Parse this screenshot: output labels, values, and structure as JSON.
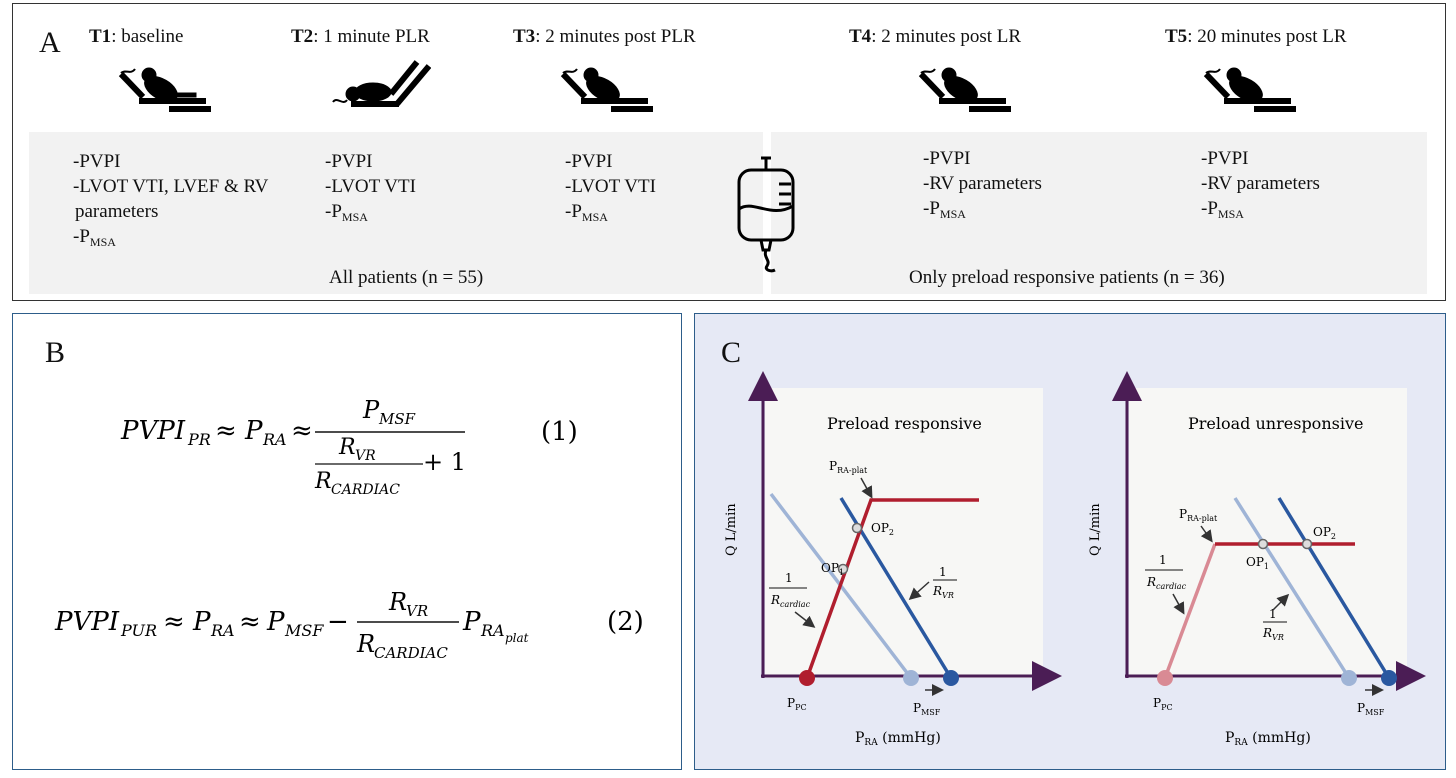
{
  "panelA": {
    "label": "A",
    "timepoints": [
      {
        "code": "T1",
        "desc": ": baseline"
      },
      {
        "code": "T2",
        "desc": ": 1 minute PLR"
      },
      {
        "code": "T3",
        "desc": ": 2 minutes post PLR"
      },
      {
        "code": "T4",
        "desc": ": 2 minutes post LR"
      },
      {
        "code": "T5",
        "desc": ": 20 minutes post LR"
      }
    ],
    "measures": {
      "t1": [
        "-PVPI",
        "-LVOT VTI, LVEF & RV",
        "parameters"
      ],
      "t2": [
        "-PVPI",
        "-LVOT VTI"
      ],
      "t3": [
        "-PVPI",
        "-LVOT VTI"
      ],
      "t4": [
        "-PVPI",
        "-RV parameters"
      ],
      "t5": [
        "-PVPI",
        "-RV parameters"
      ],
      "pmsa_prefix": "-P",
      "pmsa_sub": "MSA"
    },
    "group_left": "All patients (n = 55)",
    "group_right": "Only preload responsive patients (n = 36)",
    "icons": [
      "patient-supine-icon",
      "patient-leg-raise-icon",
      "iv-bag-icon"
    ]
  },
  "panelB": {
    "label": "B",
    "eq1_number": "(1)",
    "eq2_number": "(2)"
  },
  "panelC": {
    "label": "C",
    "left_title": "Preload responsive",
    "right_title": "Preload unresponsive",
    "y_axis": "Q   L/min",
    "x_axis": "P",
    "x_axis_sub": "RA",
    "x_axis_unit": " (mmHg)",
    "p_pc": "P",
    "p_pc_sub": "PC",
    "p_msf": "P",
    "p_msf_sub": "MSF",
    "p_raplat": "P",
    "p_raplat_sub": "RA-plat",
    "op1": "OP",
    "op1_sub": "1",
    "op2": "OP",
    "op2_sub": "2",
    "one": "1",
    "r_cardiac": "R",
    "r_cardiac_sub": "cardiac",
    "r_vr": "R",
    "r_vr_sub": "VR",
    "colors": {
      "red": "#b01e2e",
      "pink": "#d98a94",
      "blue": "#2a58a0",
      "lightblue": "#9fb4d6",
      "axis": "#4b1d55"
    }
  }
}
